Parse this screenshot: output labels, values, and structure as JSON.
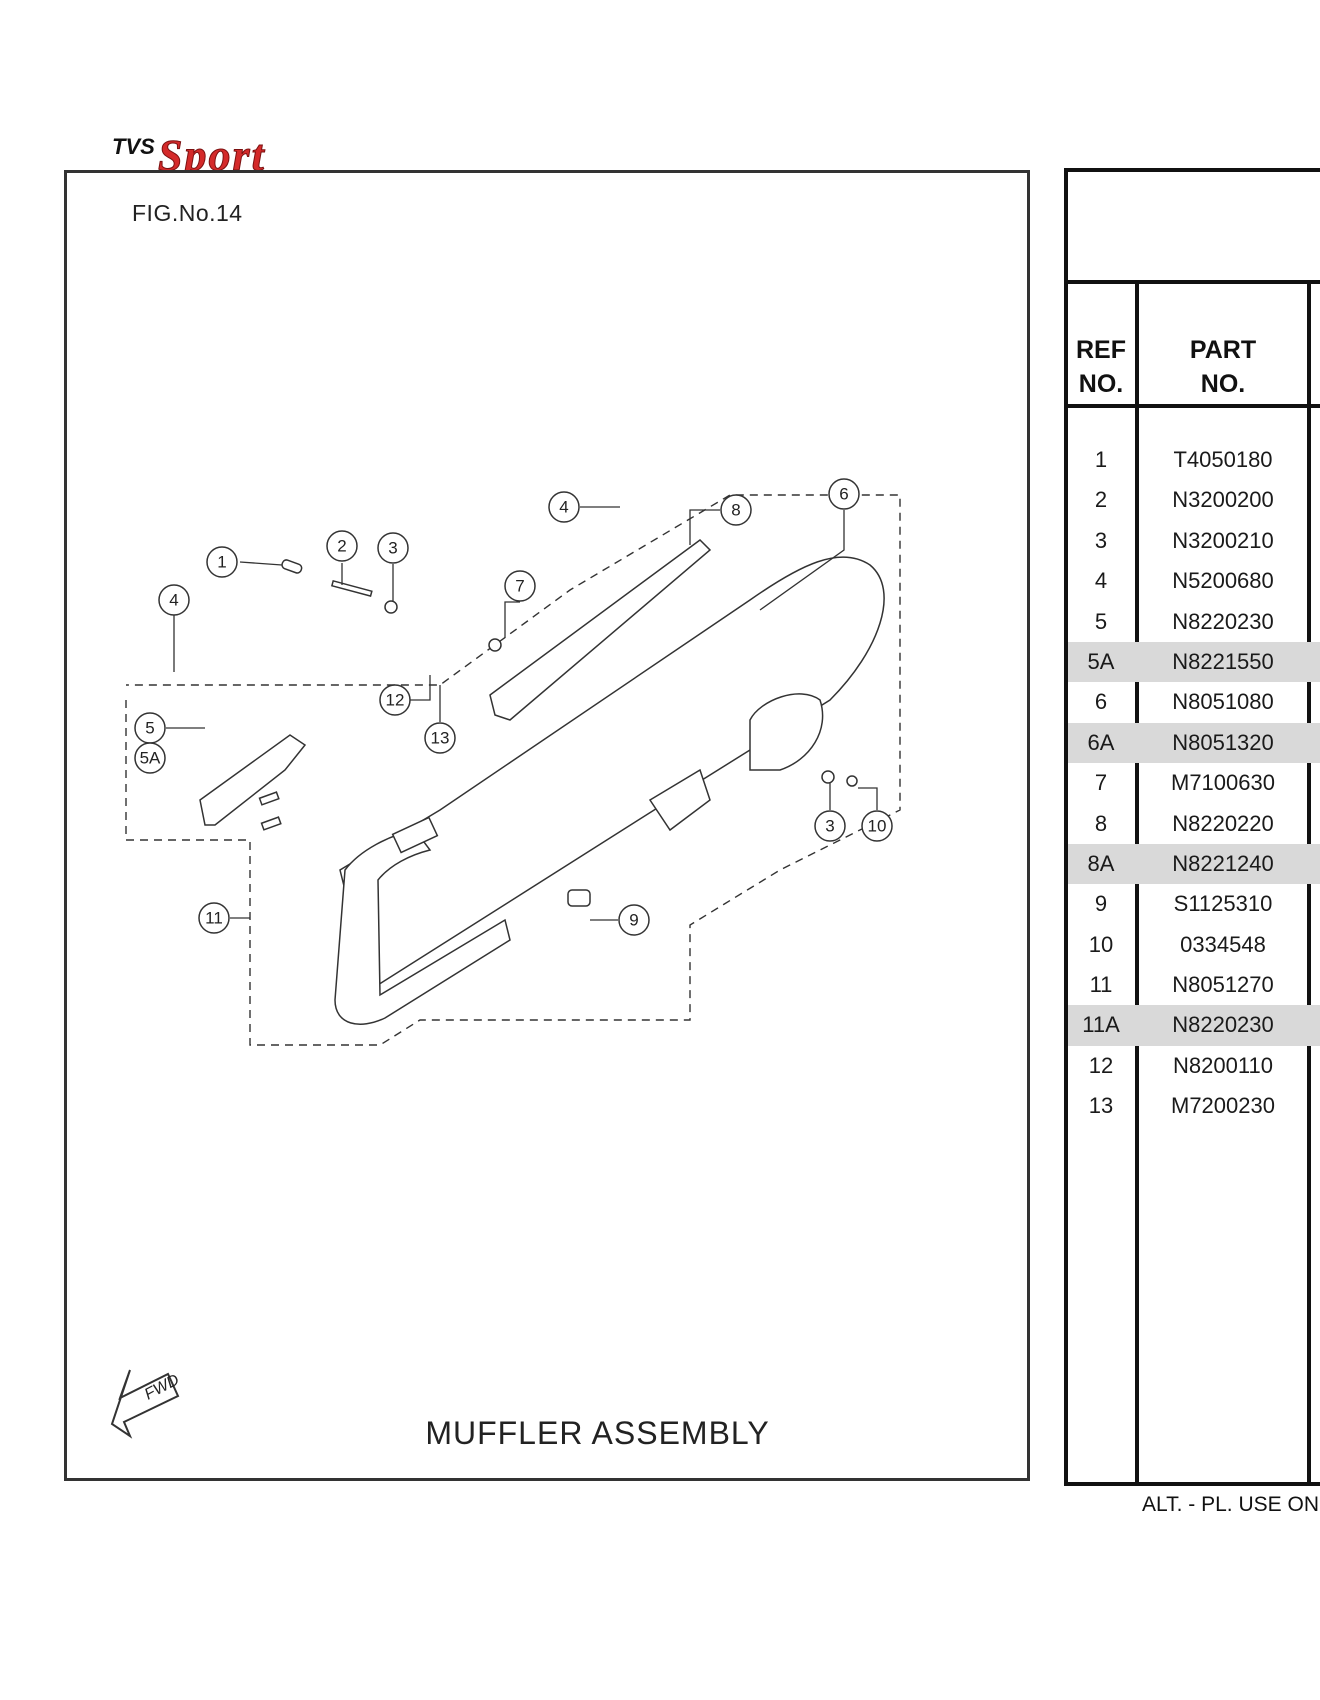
{
  "brand": {
    "logo_text_prefix": "TVS",
    "logo_text_main": "Sport"
  },
  "figure": {
    "number": "FIG.No.14",
    "caption": "MUFFLER ASSEMBLY",
    "fwd_label": "FWD",
    "callouts": [
      "1",
      "2",
      "3",
      "4",
      "4",
      "5",
      "5A",
      "6",
      "7",
      "8",
      "9",
      "10",
      "11",
      "12",
      "13",
      "3"
    ]
  },
  "table": {
    "headers": {
      "ref": "REF NO.",
      "part": "PART NO."
    },
    "rows": [
      {
        "ref": "1",
        "part": "T4050180",
        "alt": false
      },
      {
        "ref": "2",
        "part": "N3200200",
        "alt": false
      },
      {
        "ref": "3",
        "part": "N3200210",
        "alt": false
      },
      {
        "ref": "4",
        "part": "N5200680",
        "alt": false
      },
      {
        "ref": "5",
        "part": "N8220230",
        "alt": false
      },
      {
        "ref": "5A",
        "part": "N8221550",
        "alt": true
      },
      {
        "ref": "6",
        "part": "N8051080",
        "alt": false
      },
      {
        "ref": "6A",
        "part": "N8051320",
        "alt": true
      },
      {
        "ref": "7",
        "part": "M7100630",
        "alt": false
      },
      {
        "ref": "8",
        "part": "N8220220",
        "alt": false
      },
      {
        "ref": "8A",
        "part": "N8221240",
        "alt": true
      },
      {
        "ref": "9",
        "part": "S1125310",
        "alt": false
      },
      {
        "ref": "10",
        "part": "0334548",
        "alt": false
      },
      {
        "ref": "11",
        "part": "N8051270",
        "alt": false
      },
      {
        "ref": "11A",
        "part": "N8220230",
        "alt": true
      },
      {
        "ref": "12",
        "part": "N8200110",
        "alt": false
      },
      {
        "ref": "13",
        "part": "M7200230",
        "alt": false
      }
    ],
    "footer_note": "ALT. - PL. USE ON"
  },
  "colors": {
    "logo_red": "#d42a2a",
    "alt_row": "#d9d9d9",
    "frame": "#333333"
  }
}
